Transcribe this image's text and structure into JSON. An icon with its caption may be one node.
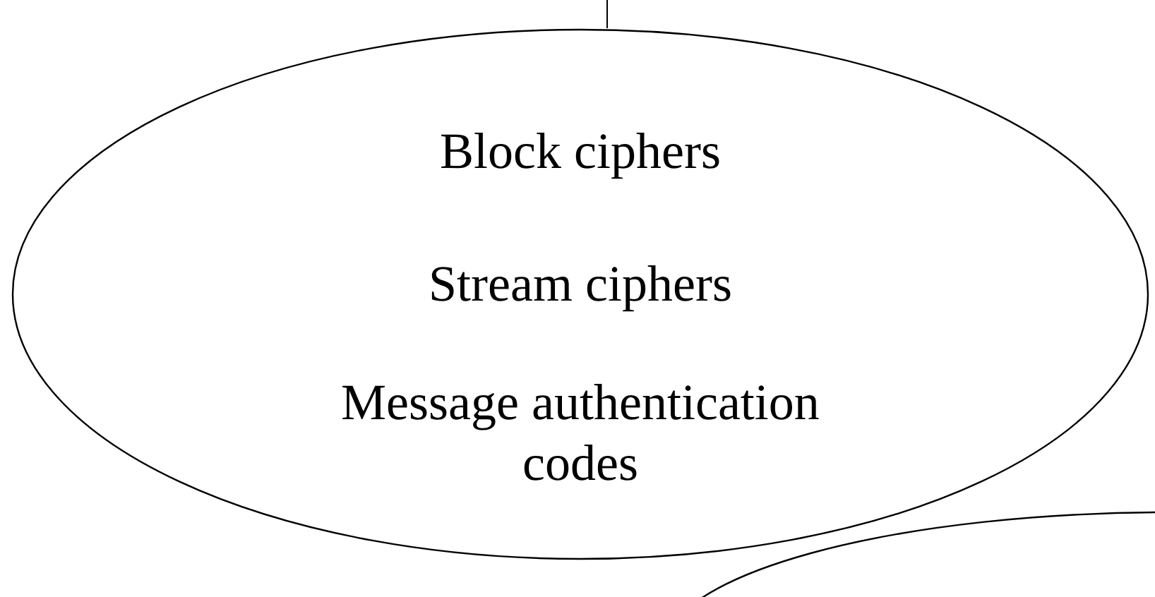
{
  "diagram": {
    "nodes": [
      {
        "text": [
          "Block ciphers",
          "Stream ciphers",
          "Message authentication codes"
        ]
      },
      {
        "text": [],
        "shape": "ellipse"
      }
    ]
  }
}
